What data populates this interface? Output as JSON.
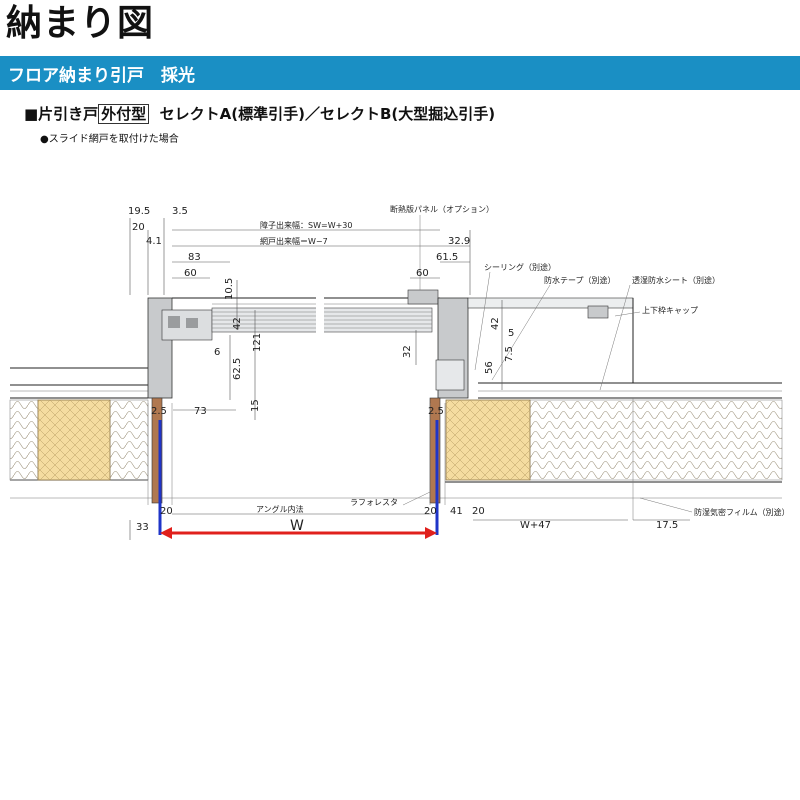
{
  "header": {
    "title": "納まり図",
    "banner": "フロア納まり引戸　採光",
    "subtitle_prefix": "■片引き戸",
    "subtitle_boxed": "外付型",
    "subtitle_suffix": "セレクトA(標準引手)／セレクトB(大型掘込引手)",
    "note": "●スライド網戸を取付けた場合"
  },
  "labels": {
    "insulation_panel": "断熱版パネル（オプション）",
    "sealing": "シーリング（別途）",
    "waterproof_tape": "防水テープ（別途）",
    "moisture_sheet": "透湿防水シート（別途）",
    "upper_lower_cap": "上下枠キャップ",
    "angle_inner": "アングル内法",
    "laforester": "ラフォレスタ",
    "vapor_film": "防湿気密フィルム（別途）",
    "shoji_width": "障子出来幅：SW=W+30",
    "screen_width": "網戸出来幅＝W−7"
  },
  "dimensions": {
    "d19_5": "19.5",
    "d3_5": "3.5",
    "d20_top": "20",
    "d4_1": "4.1",
    "d83": "83",
    "d60_left": "60",
    "d10_5": "10.5",
    "d42_left": "42",
    "d121": "121",
    "d6": "6",
    "d62_5": "62.5",
    "d2_5_left": "2.5",
    "d73": "73",
    "d15": "15",
    "d32_9": "32.9",
    "d61_5": "61.5",
    "d60_right": "60",
    "d42_right": "42",
    "d5": "5",
    "d32": "32",
    "d7_5": "7.5",
    "d56": "56",
    "d2_5_right": "2.5",
    "d33": "33",
    "d20_bl": "20",
    "d_w": "W",
    "d20_br": "20",
    "d41": "41",
    "d20_r2": "20",
    "d_w47": "W+47",
    "d17_5": "17.5"
  },
  "colors": {
    "banner": "#1a8fc4",
    "arrow_red": "#e0201c",
    "highlight_blue": "#1f35c8",
    "wood": "#f5dca0",
    "insulation": "#f3ead6",
    "frame_grey": "#c8cacc"
  }
}
